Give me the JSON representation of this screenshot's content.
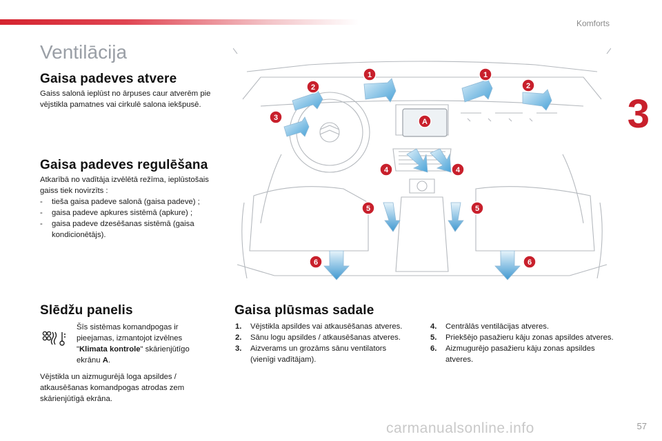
{
  "header": {
    "section": "Komforts",
    "chapter": "3"
  },
  "page_title": "Ventilācija",
  "sections": {
    "air_intake": {
      "title": "Gaisa padeves atvere",
      "text": "Gaiss salonā ieplūst no ārpuses caur atverēm pie vējstikla pamatnes vai cirkulē salona iekšpusē."
    },
    "air_regulation": {
      "title": "Gaisa padeves regulēšana",
      "intro": "Atkarībā no vadītāja izvēlētā režīma, ieplūstošais gaiss tiek novirzīts :",
      "items": [
        "tieša gaisa padeve salonā (gaisa padeve) ;",
        "gaisa padeve apkures sistēmā (apkure) ;",
        "gaisa padeve dzesēšanas sistēmā (gaisa kondicionētājs)."
      ]
    },
    "control_panel": {
      "title": "Slēdžu panelis",
      "text_pre": "Šīs sistēmas komandpogas ir pieejamas, izmantojot izvēlnes \"",
      "text_bold": "Klimata kontrole",
      "text_mid": "\" skārienjūtīgo ekrānu ",
      "text_bold2": "A",
      "text_post": ".",
      "text2": "Vējstikla un aizmugurējā loga apsildes / atkausēšanas komandpogas atrodas zem skārienjūtīgā ekrāna."
    },
    "air_distribution": {
      "title": "Gaisa plūsmas sadale",
      "items_left": [
        {
          "num": "1.",
          "text": "Vējstikla apsildes vai atkausēšanas atveres."
        },
        {
          "num": "2.",
          "text": "Sānu logu apsildes / atkausēšanas atveres."
        },
        {
          "num": "3.",
          "text": "Aizverams un grozāms sānu ventilators (vienīgi vadītājam)."
        }
      ],
      "items_right": [
        {
          "num": "4.",
          "text": "Centrālās ventilācijas atveres."
        },
        {
          "num": "5.",
          "text": "Priekšējo pasažieru kāju zonas apsildes atveres."
        },
        {
          "num": "6.",
          "text": "Aizmugurējo pasažieru kāju zonas apsildes atveres."
        }
      ]
    }
  },
  "diagram": {
    "screen_label": "A",
    "markers": [
      "1",
      "1",
      "2",
      "2",
      "3",
      "4",
      "4",
      "5",
      "5",
      "6",
      "6"
    ]
  },
  "footer": {
    "page_number": "57",
    "watermark": "carmanualsonline.info"
  },
  "colors": {
    "accent_red": "#c8202c",
    "arrow_blue": "#4aa3d8",
    "line_gray": "#b5b9be"
  }
}
